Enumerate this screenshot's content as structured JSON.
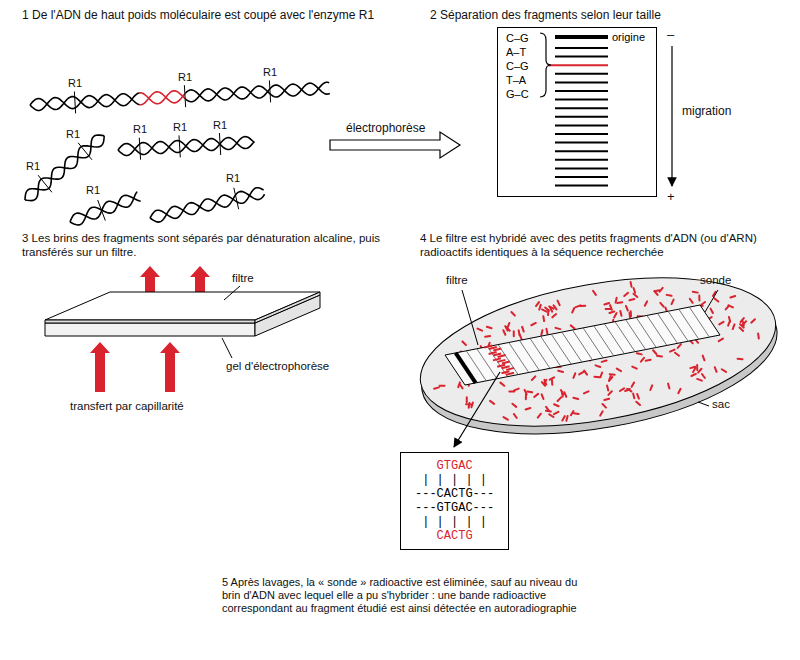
{
  "diagram": {
    "nodes": [
      {
        "text": [
          "C–G",
          "A–T",
          "C–G",
          "T–A",
          "G–C",
          "origine"
        ]
      },
      {
        "text": [
          "GTGAC",
          "| | | | |",
          "---CACTG---",
          "---GTGAC---",
          "| | | | |",
          "CACTG"
        ]
      }
    ],
    "labels": [
      "1 De l'ADN de haut poids moléculaire est coupé avec l'enzyme R1",
      "R1",
      "R1",
      "R1",
      "R1",
      "R1",
      "R1",
      "R1",
      "R1",
      "R1",
      "R1",
      "électrophorèse",
      "2 Séparation des fragments selon leur taille",
      "migration",
      "–",
      "+",
      "3 Les brins des fragments sont séparés par dénaturation alcaline, puis transférés sur un filtre.",
      "filtre",
      "gel d'électrophorèse",
      "transfert par capillarité",
      "4 Le filtre est hybridé avec des petits fragments d'ADN (ou d'ARN) radioactifs identiques à la séquence recherchée",
      "filtre",
      "sonde",
      "sac",
      "5 Après lavages, la « sonde » radioactive est éliminée, sauf au niveau du brin d'ADN avec lequel elle a pu s'hybrider : une bande radioactive correspondant au fragment étudié est ainsi détectée en autoradiographie"
    ]
  }
}
